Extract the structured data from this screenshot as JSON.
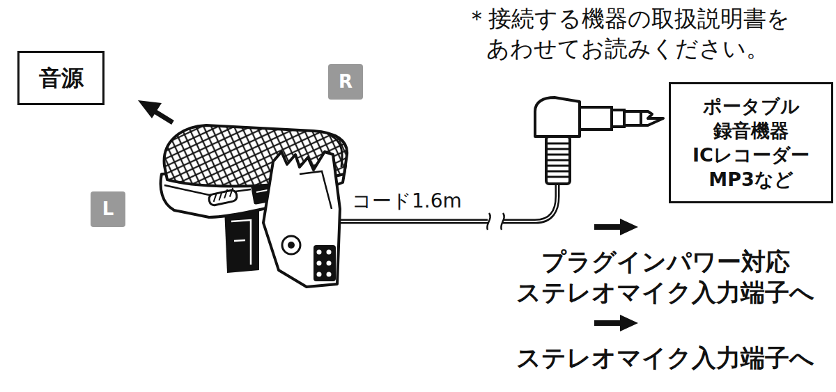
{
  "diagram": {
    "nodes": [
      {
        "text": [
          "音源"
        ]
      },
      {
        "text": [
          "R"
        ]
      },
      {
        "text": [
          "L"
        ]
      },
      {
        "text": [
          "ポータブル 録音機器 ICレコーダー MP3など"
        ]
      }
    ],
    "labels": [
      "＊接続する機器の取扱説明書を あわせてお読みください。",
      "コード1.6m",
      "プラグインパワー対応 ステレオマイク入力端子へ",
      "ステレオマイク入力端子へ"
    ]
  }
}
